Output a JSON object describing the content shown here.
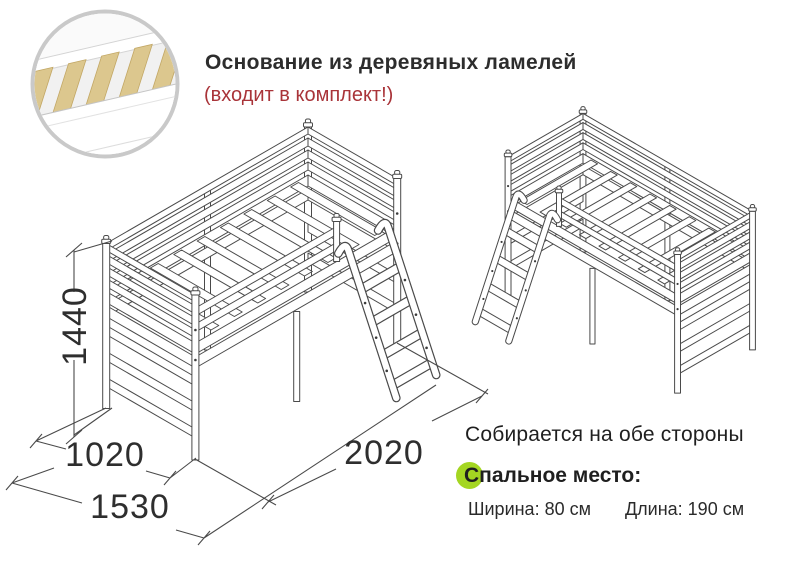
{
  "header": {
    "title": "Основание из деревяных ламелей",
    "note": "(входит в комплект!)"
  },
  "dimensions": {
    "height": "1440",
    "width": "1020",
    "depth_with_ladder": "1530",
    "length": "2020"
  },
  "assembly_note": "Собирается на обе стороны",
  "sleeping_place": {
    "title": "Спальное место:",
    "width_label": "Ширина: 80 см",
    "length_label": "Длина: 190 см"
  },
  "colors": {
    "accent_green": "#a4d622",
    "accent_red": "#a93439",
    "drawing_line": "#4a4a4a",
    "slat_wood": "#dcc78e"
  }
}
